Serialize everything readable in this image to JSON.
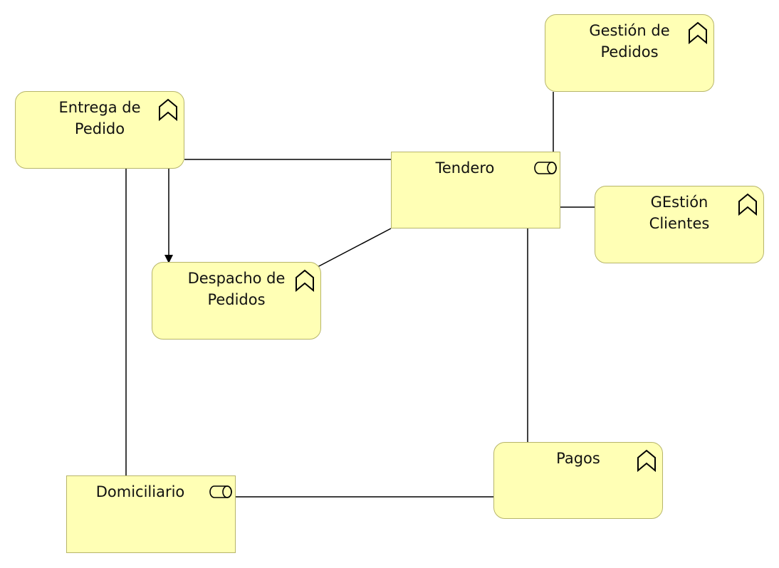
{
  "diagram": {
    "nodes": {
      "gestion_pedidos": {
        "label": "Gestión de\nPedidos",
        "kind": "business-function",
        "icon": "function-icon"
      },
      "entrega_pedido": {
        "label": "Entrega de\nPedido",
        "kind": "business-function",
        "icon": "function-icon"
      },
      "tendero": {
        "label": "Tendero",
        "kind": "business-role",
        "icon": "role-icon"
      },
      "gestion_clientes": {
        "label": "GEstión\nClientes",
        "kind": "business-function",
        "icon": "function-icon"
      },
      "despacho_pedidos": {
        "label": "Despacho de\nPedidos",
        "kind": "business-function",
        "icon": "function-icon"
      },
      "pagos": {
        "label": "Pagos",
        "kind": "business-function",
        "icon": "function-icon"
      },
      "domiciliario": {
        "label": "Domiciliario",
        "kind": "business-role",
        "icon": "role-icon"
      }
    },
    "connections": [
      {
        "from": "entrega_pedido",
        "to": "tendero",
        "type": "association"
      },
      {
        "from": "entrega_pedido",
        "to": "despacho_pedidos",
        "type": "triggering"
      },
      {
        "from": "entrega_pedido",
        "to": "domiciliario",
        "type": "association"
      },
      {
        "from": "tendero",
        "to": "gestion_pedidos",
        "type": "association"
      },
      {
        "from": "tendero",
        "to": "gestion_clientes",
        "type": "association"
      },
      {
        "from": "tendero",
        "to": "despacho_pedidos",
        "type": "association"
      },
      {
        "from": "tendero",
        "to": "pagos",
        "type": "association"
      },
      {
        "from": "domiciliario",
        "to": "pagos",
        "type": "association"
      }
    ],
    "colors": {
      "fill": "#ffffb5",
      "border": "#b7b56a",
      "line": "#000000"
    }
  }
}
